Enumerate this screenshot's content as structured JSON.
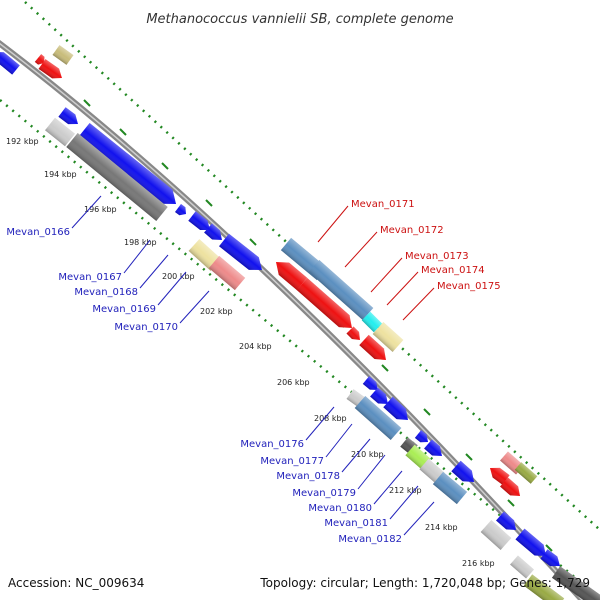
{
  "title": "Methanococcus vannielii SB, complete genome",
  "footer": {
    "accession": "Accession: NC_009634",
    "topology": "Topology: circular; Length: 1,720,048 bp; Genes: 1,729"
  },
  "colors": {
    "red": "#ee1111",
    "blue": "#1111ee",
    "steel": "#5b8fc0",
    "gray": "#777777",
    "lightgray": "#cccccc",
    "khaki": "#c8bc7a",
    "pink": "#ee8a8a",
    "cyan": "#22eeee",
    "lightyellow": "#eee2a0",
    "lime": "#aaee55",
    "olive": "#99aa44",
    "darkgray": "#555555",
    "grid": "#228822",
    "backbone": "#8a8a8a",
    "label_blue": "#2222bb",
    "label_red": "#cc1111"
  },
  "ticks": [
    "192 kbp",
    "194 kbp",
    "196 kbp",
    "198 kbp",
    "200 kbp",
    "202 kbp",
    "204 kbp",
    "206 kbp",
    "208 kbp",
    "210 kbp",
    "212 kbp",
    "214 kbp",
    "216 kbp"
  ],
  "labels_top": [
    "Mevan_0171",
    "Mevan_0172",
    "Mevan_0173",
    "Mevan_0174",
    "Mevan_0175"
  ],
  "labels_bottom": [
    "Mevan_0166",
    "Mevan_0167",
    "Mevan_0168",
    "Mevan_0169",
    "Mevan_0170",
    "Mevan_0176",
    "Mevan_0177",
    "Mevan_0178",
    "Mevan_0179",
    "Mevan_0180",
    "Mevan_0181",
    "Mevan_0182"
  ]
}
